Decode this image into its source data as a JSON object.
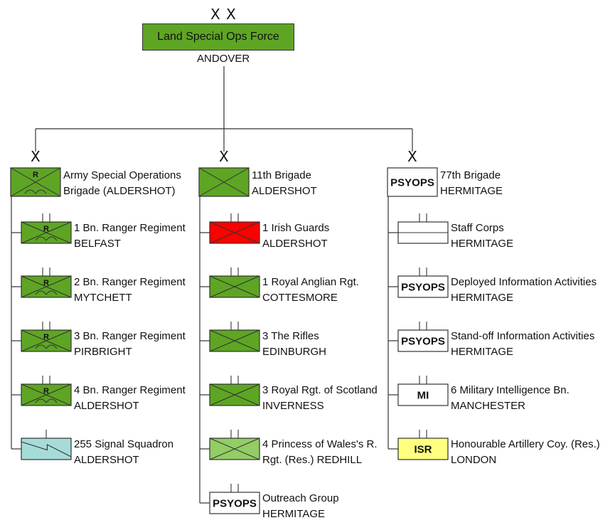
{
  "colors": {
    "infantry": "#5ea524",
    "guards": "#ff0000",
    "reserve": "#93cd65",
    "signals": "#a6dcd8",
    "isr": "#ffff7f",
    "white": "#ffffff",
    "line": "#333333"
  },
  "hq": {
    "echelon": "X X",
    "name": "Land Special Ops Force",
    "location": "ANDOVER"
  },
  "brigade_echelon": "X",
  "columns": [
    {
      "brigade": {
        "type": "ranger",
        "color_key": "infantry",
        "symbol_text": "R",
        "line1": "Army Special Operations",
        "line2": "Brigade (ALDERSHOT)"
      },
      "units": [
        {
          "type": "ranger",
          "color_key": "infantry",
          "symbol_text": "R",
          "line1": "1 Bn. Ranger Regiment",
          "line2": "BELFAST"
        },
        {
          "type": "ranger",
          "color_key": "infantry",
          "symbol_text": "R",
          "line1": "2 Bn. Ranger Regiment",
          "line2": "MYTCHETT"
        },
        {
          "type": "ranger",
          "color_key": "infantry",
          "symbol_text": "R",
          "line1": "3 Bn. Ranger Regiment",
          "line2": "PIRBRIGHT"
        },
        {
          "type": "ranger",
          "color_key": "infantry",
          "symbol_text": "R",
          "line1": "4 Bn. Ranger Regiment",
          "line2": "ALDERSHOT"
        },
        {
          "type": "signals",
          "color_key": "signals",
          "symbol_text": "",
          "line1": "255 Signal Squadron",
          "line2": "ALDERSHOT"
        }
      ]
    },
    {
      "brigade": {
        "type": "infantry",
        "color_key": "infantry",
        "symbol_text": "",
        "line1": "11th Brigade",
        "line2": "ALDERSHOT"
      },
      "units": [
        {
          "type": "infantry",
          "color_key": "guards",
          "symbol_text": "",
          "line1": "1 Irish Guards",
          "line2": "ALDERSHOT"
        },
        {
          "type": "infantry",
          "color_key": "infantry",
          "symbol_text": "",
          "line1": "1 Royal Anglian Rgt.",
          "line2": "COTTESMORE"
        },
        {
          "type": "infantry",
          "color_key": "infantry",
          "symbol_text": "",
          "line1": "3 The Rifles",
          "line2": "EDINBURGH"
        },
        {
          "type": "infantry",
          "color_key": "infantry",
          "symbol_text": "",
          "line1": "3 Royal Rgt. of Scotland",
          "line2": "INVERNESS"
        },
        {
          "type": "infantry",
          "color_key": "reserve",
          "symbol_text": "",
          "line1": "4 Princess of Wales's R.",
          "line2": "Rgt. (Res.) REDHILL"
        },
        {
          "type": "text",
          "color_key": "white",
          "symbol_text": "PSYOPS",
          "line1": "Outreach Group",
          "line2": "HERMITAGE"
        }
      ]
    },
    {
      "brigade": {
        "type": "text",
        "color_key": "white",
        "symbol_text": "PSYOPS",
        "line1": "77th Brigade",
        "line2": "HERMITAGE"
      },
      "units": [
        {
          "type": "staff",
          "color_key": "white",
          "symbol_text": "",
          "line1": "Staff Corps",
          "line2": "HERMITAGE"
        },
        {
          "type": "text",
          "color_key": "white",
          "symbol_text": "PSYOPS",
          "line1": "Deployed Information Activities",
          "line2": "HERMITAGE"
        },
        {
          "type": "text",
          "color_key": "white",
          "symbol_text": "PSYOPS",
          "line1": "Stand-off Information Activities",
          "line2": "HERMITAGE"
        },
        {
          "type": "text",
          "color_key": "white",
          "symbol_text": "MI",
          "line1": "6 Military Intelligence Bn.",
          "line2": "MANCHESTER"
        },
        {
          "type": "text",
          "color_key": "isr",
          "symbol_text": "ISR",
          "line1": "Honourable Artillery Coy. (Res.)",
          "line2": "LONDON"
        }
      ]
    }
  ]
}
